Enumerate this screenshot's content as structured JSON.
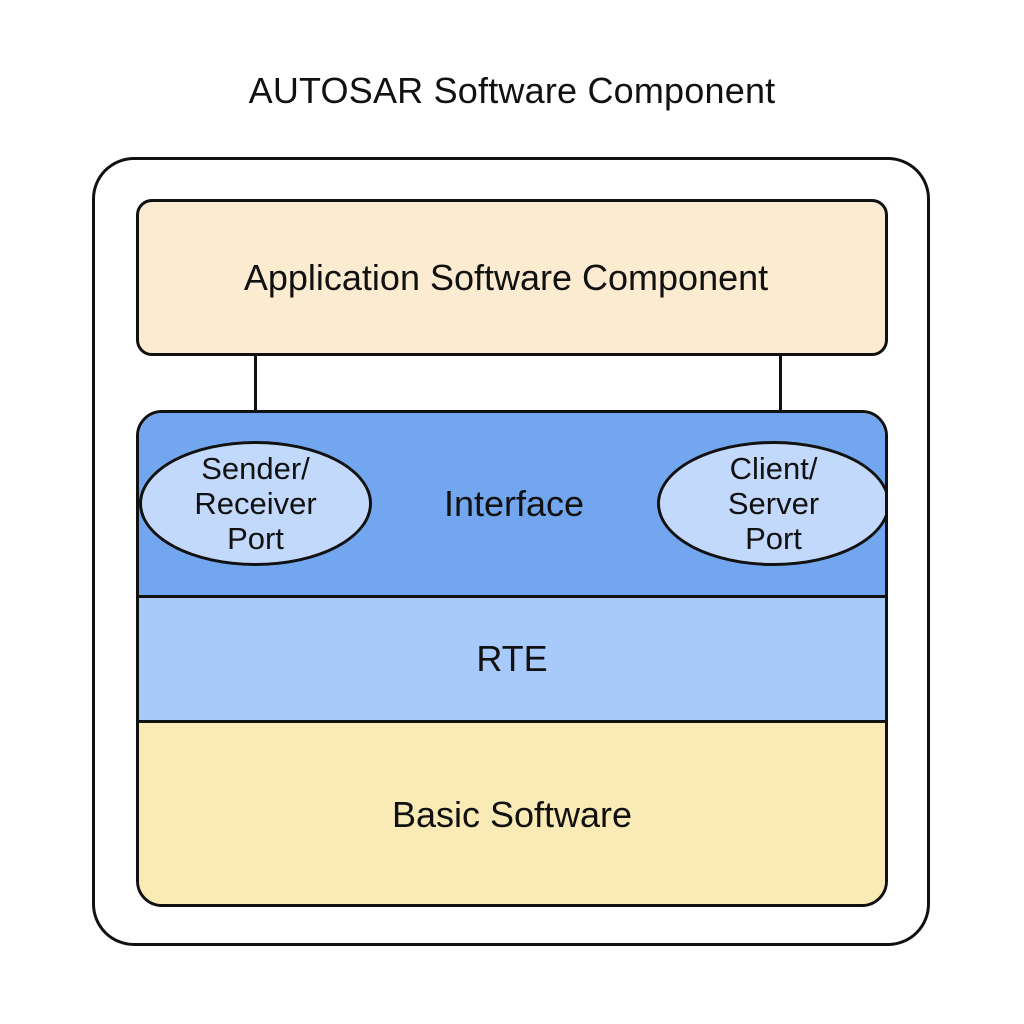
{
  "title": "AUTOSAR Software Component",
  "application": {
    "label": "Application Software Component"
  },
  "interface": {
    "label": "Interface",
    "sender_receiver_port": {
      "line1": "Sender/",
      "line2": "Receiver",
      "line3": "Port"
    },
    "client_server_port": {
      "line1": "Client/",
      "line2": "Server",
      "line3": "Port"
    }
  },
  "rte": {
    "label": "RTE"
  },
  "basic_software": {
    "label": "Basic Software"
  },
  "colors": {
    "application": "#fbebd0",
    "interface": "#72a6ee",
    "port": "#c3d9fb",
    "rte": "#a8cafa",
    "basic_software": "#faeab5"
  }
}
